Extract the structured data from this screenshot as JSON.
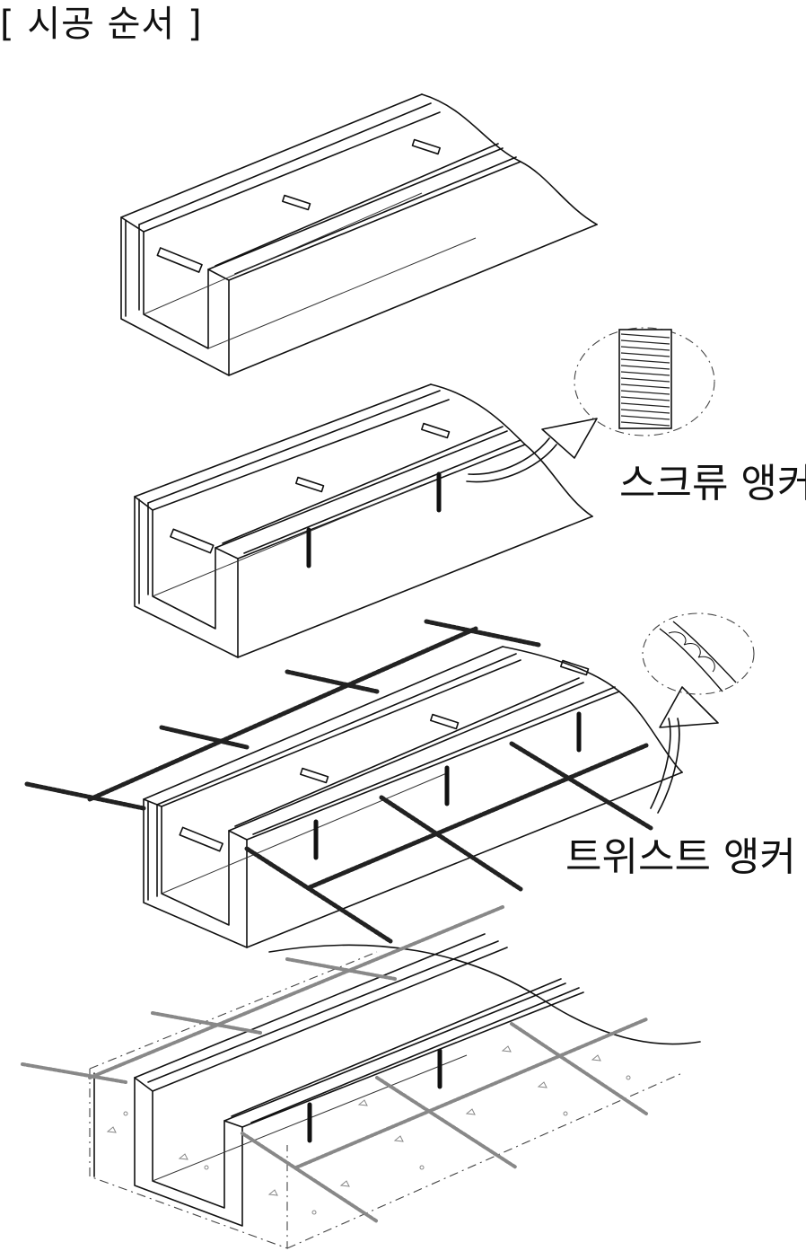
{
  "title": "[ 시공 순서 ]",
  "labels": {
    "screw_anchor": "스크류 앵커",
    "twist_anchor": "트위스트 앵커"
  },
  "steps": [
    {
      "name": "channel"
    },
    {
      "name": "channel-with-screw-anchors"
    },
    {
      "name": "channel-with-twist-anchors"
    },
    {
      "name": "channel-in-concrete"
    }
  ],
  "colors": {
    "line": "#111111",
    "background": "#ffffff"
  }
}
